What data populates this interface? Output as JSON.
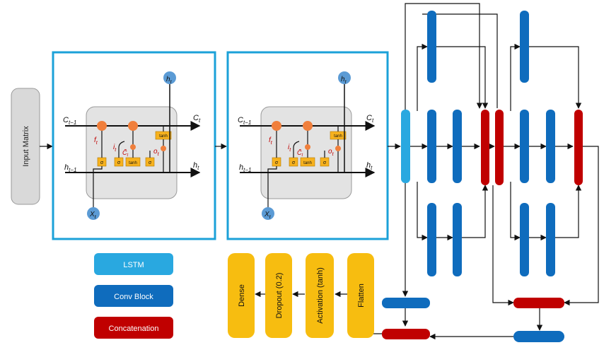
{
  "input": {
    "label": "Input Matrix"
  },
  "lstm_cell": {
    "c_prev": "C",
    "c_prev_sub": "t−1",
    "h_prev": "h",
    "h_prev_sub": "t−1",
    "c_out": "C",
    "c_out_sub": "t",
    "h_out": "h",
    "h_out_sub": "t",
    "h_top": "h",
    "h_top_sub": "t",
    "x_in": "X",
    "x_in_sub": "t",
    "f_gate": "f",
    "f_gate_sub": "t",
    "i_gate": "i",
    "i_gate_sub": "t",
    "c_tilde": "C̃",
    "c_tilde_sub": "t",
    "o_gate": "o",
    "o_gate_sub": "t",
    "sigma": "σ",
    "tanh": "tanh"
  },
  "legend": [
    {
      "label": "LSTM",
      "color": "#29a8e0"
    },
    {
      "label": "Conv Block",
      "color": "#0f6cbd"
    },
    {
      "label": "Concatenation",
      "color": "#c00000"
    }
  ],
  "output_layers": [
    "Dense",
    "Dropout (0.2)",
    "Activation (tanh)",
    "Flatten"
  ],
  "colors": {
    "lstm": "#29a8e0",
    "conv": "#0f6cbd",
    "concat": "#c00000",
    "output": "#f7bd10",
    "cell_border": "#1ba1d8",
    "input_box": "#d9d9d9",
    "gate_op": "#f07f3c",
    "gate_box": "#f7b21e"
  }
}
